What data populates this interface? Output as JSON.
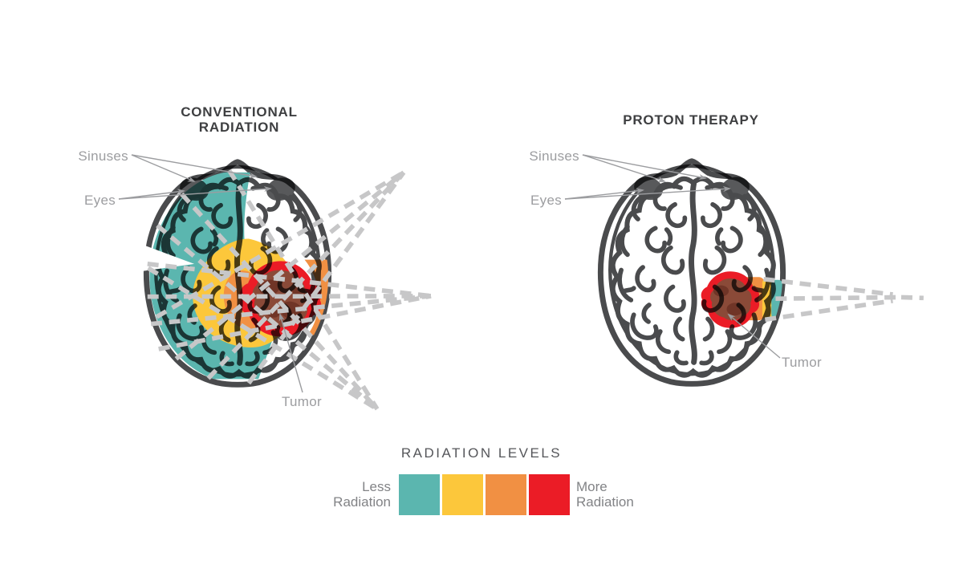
{
  "panels": {
    "left": {
      "title_line1": "CONVENTIONAL",
      "title_line2": "RADIATION",
      "sinuses_label": "Sinuses",
      "eyes_label": "Eyes",
      "tumor_label": "Tumor"
    },
    "right": {
      "title": "PROTON THERAPY",
      "sinuses_label": "Sinuses",
      "eyes_label": "Eyes",
      "tumor_label": "Tumor"
    }
  },
  "legend": {
    "title": "RADIATION LEVELS",
    "less_line1": "Less",
    "less_line2": "Radiation",
    "more_line1": "More",
    "more_line2": "Radiation",
    "swatches": [
      {
        "name": "less-radiation-teal",
        "color": "#5BB6AF"
      },
      {
        "name": "low-mid-yellow",
        "color": "#FCC73B"
      },
      {
        "name": "high-mid-orange",
        "color": "#F19043"
      },
      {
        "name": "more-radiation-red",
        "color": "#EB1C26"
      }
    ]
  },
  "colors": {
    "teal": "#5BB6AF",
    "yellow": "#FCC73B",
    "orange": "#F19043",
    "red": "#EB1C26",
    "tumor_brown": "#8A4A38",
    "tumor_brown_dark": "#703527",
    "outline_dark": "#4A4B4D",
    "eye_gray": "#58595B",
    "beam_gray": "#C7C7C8",
    "label_gray": "#9C9DA0",
    "title_dark": "#3E3F41",
    "legend_title_gray": "#55565A",
    "legend_label_gray": "#828386"
  }
}
